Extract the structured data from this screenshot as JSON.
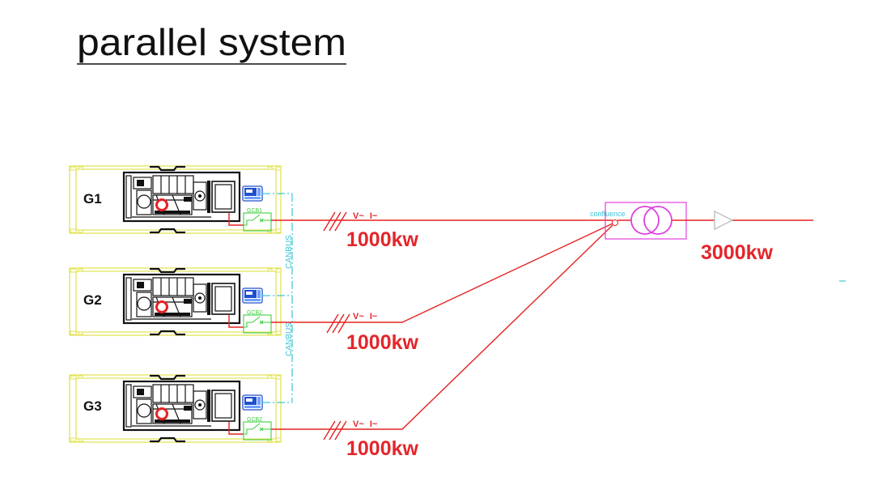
{
  "title": "parallel system",
  "units": [
    {
      "label": "G1",
      "breaker": "GCB1",
      "signal": "V~ I~",
      "power": "1000kw"
    },
    {
      "label": "G2",
      "breaker": "GCB2",
      "signal": "V~ I~",
      "power": "1000kw"
    },
    {
      "label": "G3",
      "breaker": "GCB2",
      "signal": "V~ I~",
      "power": "1000kw"
    }
  ],
  "canbus": {
    "labels": [
      "CANBUS",
      "CANBUS"
    ]
  },
  "transformer": {
    "label": "confluence"
  },
  "output": {
    "power": "3000kw"
  },
  "colors": {
    "power_line": "#e52222",
    "label_red": "#e3262b",
    "container": "#e3e35a",
    "canbus": "#38c6d6",
    "breaker": "#3fcf3f",
    "transformer": "#df3fdf",
    "controller": "#1f4fcf",
    "arrow": "#b4b4b4"
  }
}
